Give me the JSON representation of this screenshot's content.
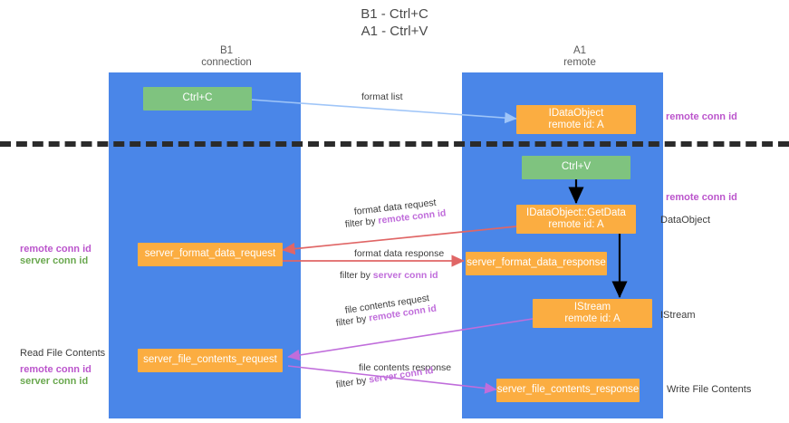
{
  "title": {
    "line1": "B1 - Ctrl+C",
    "line2": "A1 - Ctrl+V"
  },
  "columns": [
    {
      "name": "B1",
      "role": "connection"
    },
    {
      "name": "A1",
      "role": "remote"
    }
  ],
  "colors": {
    "lane": "#4a86e8",
    "green_box": "#7fc37f",
    "orange_box": "#fbad41",
    "purple_text": "#bb55cc",
    "green_text": "#6aa84f",
    "divider": "#2b2b2b",
    "arrow_blue": "#9fc5f8",
    "arrow_red": "#e06666",
    "arrow_magenta": "#c06ddb",
    "arrow_black": "#000000"
  },
  "nodes": {
    "ctrl_c": "Ctrl+C",
    "ctrl_v": "Ctrl+V",
    "idataobject_line1": "IDataObject",
    "idataobject_line2": "remote id: A",
    "getdata_line1": "IDataObject::GetData",
    "getdata_line2": "remote id: A",
    "istream_line1": "IStream",
    "istream_line2": "remote id: A",
    "server_format_data_request": "server_format_data_request",
    "server_format_data_response": "server_format_data_response",
    "server_file_contents_request": "server_file_contents_request",
    "server_file_contents_response": "server_file_contents_response"
  },
  "arrow_labels": {
    "format_list": "format list",
    "format_data_request": "format data request",
    "format_data_request_filter_prefix": "filter by ",
    "format_data_request_filter_key": "remote conn id",
    "format_data_response": "format data response",
    "format_data_response_filter_prefix": "filter by ",
    "format_data_response_filter_key": "server conn id",
    "file_contents_request": "file contents request",
    "file_contents_request_filter_prefix": "filter by ",
    "file_contents_request_filter_key": "remote conn id",
    "file_contents_response": "file contents response",
    "file_contents_response_filter_prefix": "filter by ",
    "file_contents_response_filter_key": "server conn id"
  },
  "side_labels": {
    "right_remote_conn_id_top": "remote conn id",
    "right_remote_conn_id_mid": "remote conn id",
    "right_dataobject": "DataObject",
    "right_istream": "IStream",
    "right_write_file_contents": "Write File Contents",
    "left_remote_conn_id_mid": "remote conn id",
    "left_server_conn_id_mid": "server conn id",
    "left_read_file_contents": "Read File Contents",
    "left_remote_conn_id_bottom": "remote conn id",
    "left_server_conn_id_bottom": "server conn id"
  }
}
